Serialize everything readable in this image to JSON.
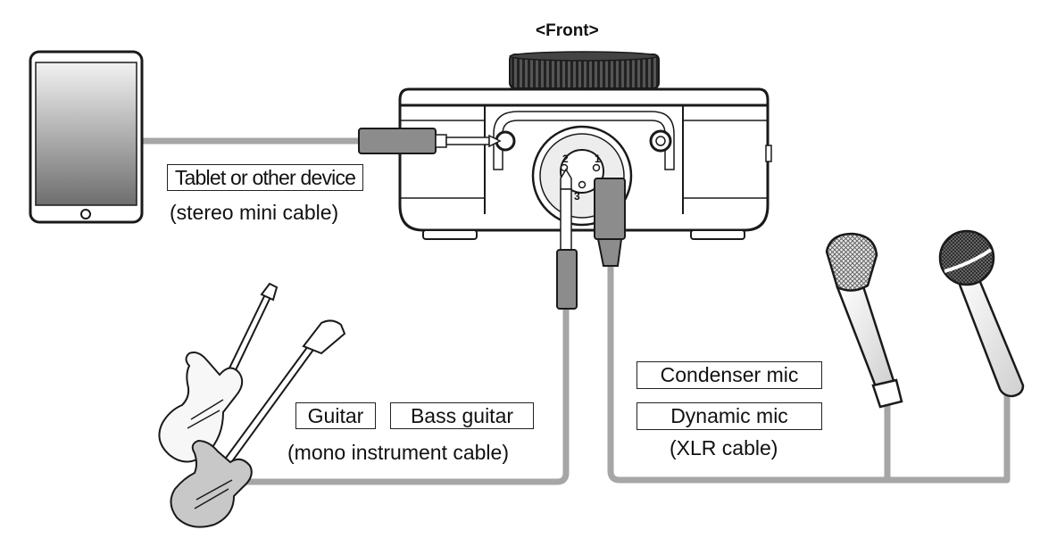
{
  "title": "<Front>",
  "labels": {
    "tablet_device": "Tablet or other device",
    "tablet_cable": "(stereo mini cable)",
    "guitar": "Guitar",
    "bass_guitar": "Bass guitar",
    "instrument_cable": "(mono instrument cable)",
    "condenser_mic": "Condenser mic",
    "dynamic_mic": "Dynamic mic",
    "xlr_cable": "(XLR cable)"
  },
  "combo_jack_pins": [
    "1",
    "2",
    "3"
  ],
  "colors": {
    "cable": "#a6a6a6",
    "outline": "#1a1a1a",
    "plug": "#8c8c8c"
  }
}
